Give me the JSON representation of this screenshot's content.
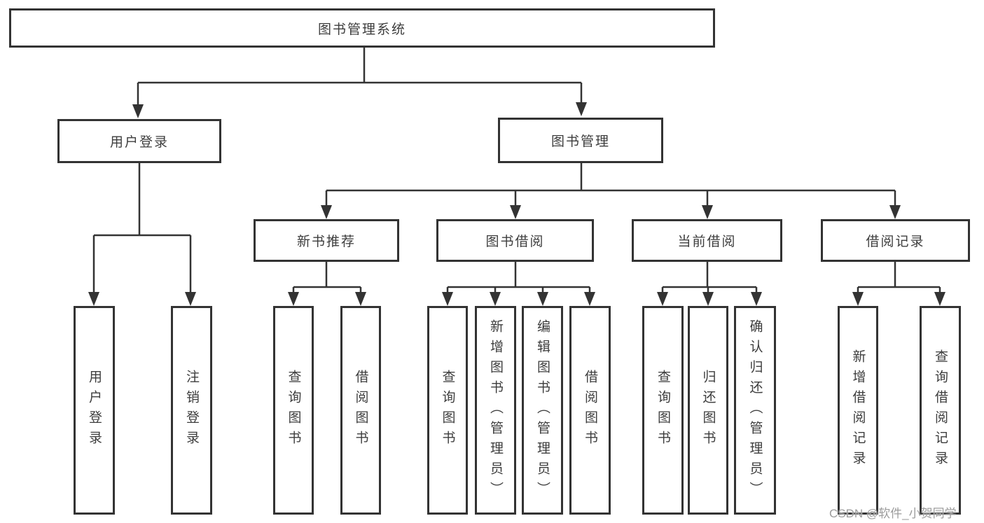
{
  "colors": {
    "line": "#333333",
    "box_border": "#333333",
    "text": "#3d3d3d",
    "background": "#ffffff",
    "watermark": "#9c9c9c"
  },
  "tree": {
    "root": {
      "label": "图书管理系统"
    },
    "branches": [
      {
        "label": "用户登录",
        "children": [
          {
            "label": "用户登录"
          },
          {
            "label": "注销登录"
          }
        ]
      },
      {
        "label": "图书管理",
        "children": [
          {
            "label": "新书推荐",
            "children": [
              {
                "label": "查询图书"
              },
              {
                "label": "借阅图书"
              }
            ]
          },
          {
            "label": "图书借阅",
            "children": [
              {
                "label": "查询图书"
              },
              {
                "label": "新增图书（管理员）"
              },
              {
                "label": "编辑图书（管理员）"
              },
              {
                "label": "借阅图书"
              }
            ]
          },
          {
            "label": "当前借阅",
            "children": [
              {
                "label": "查询图书"
              },
              {
                "label": "归还图书"
              },
              {
                "label": "确认归还（管理员）"
              }
            ]
          },
          {
            "label": "借阅记录",
            "children": [
              {
                "label": "新增借阅记录"
              },
              {
                "label": "查询借阅记录"
              }
            ]
          }
        ]
      }
    ]
  },
  "watermark": {
    "text": "CSDN @软件_小贺同学"
  }
}
